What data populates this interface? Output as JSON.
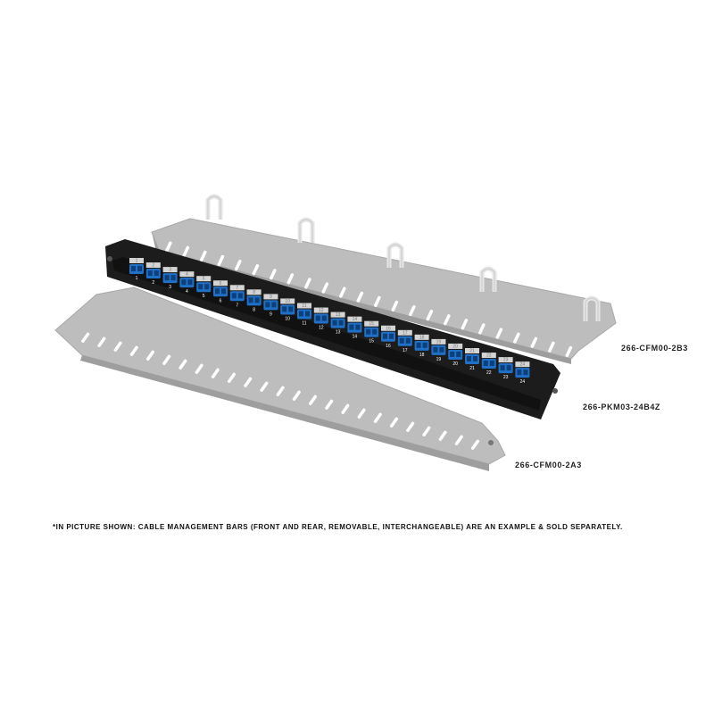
{
  "part_labels": {
    "rear_bar": "266-CFM00-2B3",
    "patch_panel": "266-PKM03-24B4Z",
    "front_bar": "266-CFM00-2A3"
  },
  "port_numbers": [
    "1",
    "2",
    "3",
    "4",
    "5",
    "6",
    "7",
    "8",
    "9",
    "10",
    "11",
    "12",
    "13",
    "14",
    "15",
    "16",
    "17",
    "18",
    "19",
    "20",
    "21",
    "22",
    "23",
    "24"
  ],
  "footnote": "*IN PICTURE SHOWN: CABLE MANAGEMENT BARS (FRONT AND REAR, REMOVABLE, INTERCHANGEABLE) ARE AN EXAMPLE & SOLD SEPARATELY.",
  "colors": {
    "bar_gray": "#b9b9b9",
    "panel_black": "#1f1f1f",
    "label_strip": "#d4d4d4",
    "port_blue": "#1f70c6"
  }
}
